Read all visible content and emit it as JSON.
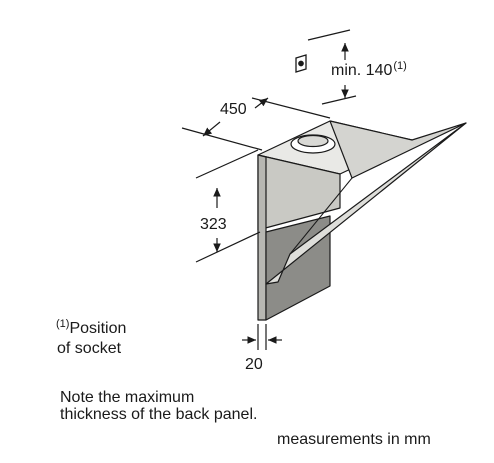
{
  "dimensions": {
    "depth": "450",
    "height": "323",
    "back_panel": "20",
    "socket_min_prefix": "min. 140",
    "socket_min_ref": "(1)"
  },
  "footnote": {
    "ref": "(1)",
    "line1": "Position",
    "line2": "of socket"
  },
  "note": {
    "line1": "Note the maximum",
    "line2": "thickness of the back panel."
  },
  "units_caption": "measurements in mm"
}
